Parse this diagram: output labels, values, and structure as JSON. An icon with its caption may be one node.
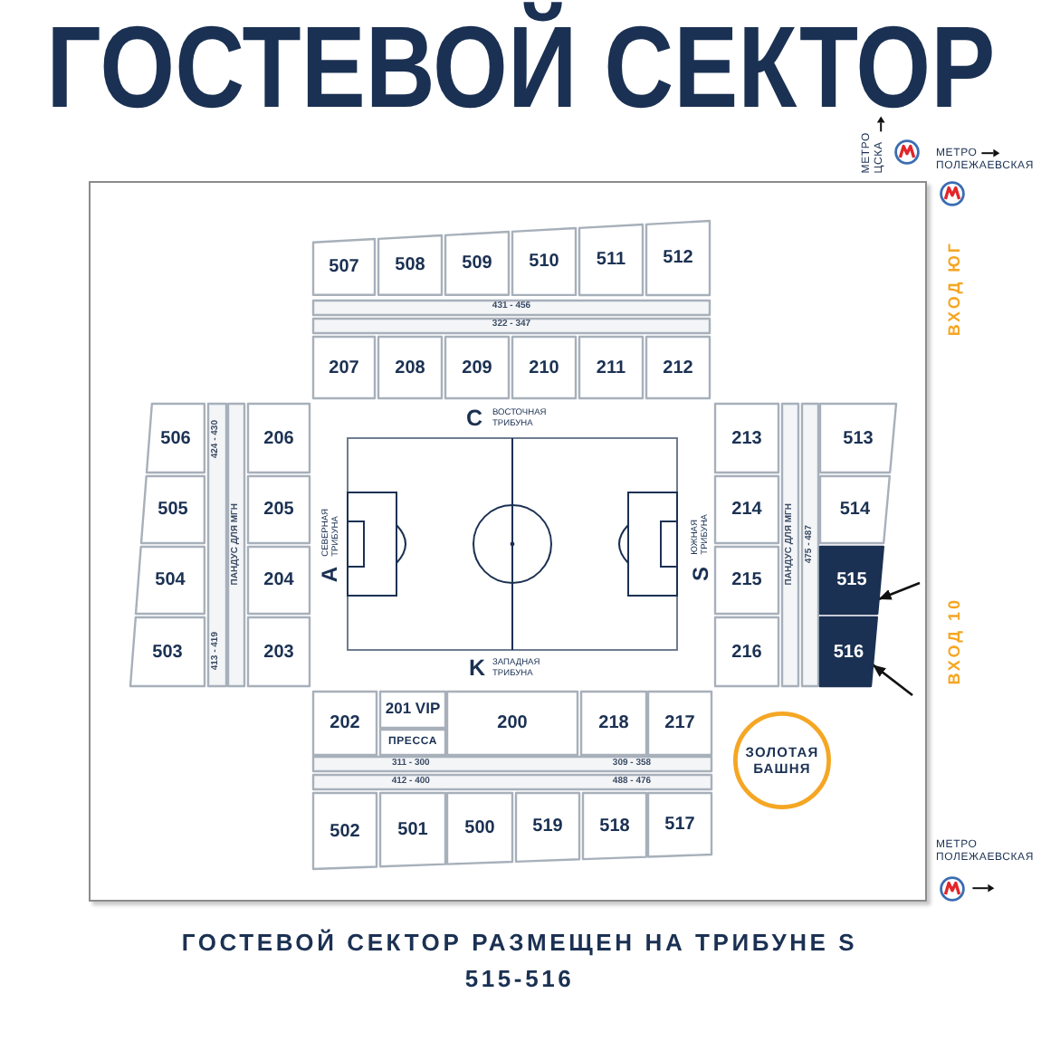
{
  "diagram": {
    "title": "ГОСТЕВОЙ СЕКТОР",
    "caption": "ГОСТЕВОЙ СЕКТОР РАЗМЕЩЕН НА ТРИБУНЕ S 515-516",
    "nodes": [
      {
        "text": [
          "507"
        ]
      },
      {
        "text": [
          "508"
        ]
      },
      {
        "text": [
          "509"
        ]
      },
      {
        "text": [
          "510"
        ]
      },
      {
        "text": [
          "511"
        ]
      },
      {
        "text": [
          "512"
        ]
      },
      {
        "text": [
          "431 - 456"
        ]
      },
      {
        "text": [
          "322 - 347"
        ]
      },
      {
        "text": [
          "207"
        ]
      },
      {
        "text": [
          "208"
        ]
      },
      {
        "text": [
          "209"
        ]
      },
      {
        "text": [
          "210"
        ]
      },
      {
        "text": [
          "211"
        ]
      },
      {
        "text": [
          "212"
        ]
      },
      {
        "text": [
          "506"
        ]
      },
      {
        "text": [
          "505"
        ]
      },
      {
        "text": [
          "504"
        ]
      },
      {
        "text": [
          "503"
        ]
      },
      {
        "text": [
          "424 - 430",
          "413 - 419"
        ]
      },
      {
        "text": [
          "ПАНДУС ДЛЯ МГН"
        ]
      },
      {
        "text": [
          "206"
        ]
      },
      {
        "text": [
          "205"
        ]
      },
      {
        "text": [
          "204"
        ]
      },
      {
        "text": [
          "203"
        ]
      },
      {
        "text": [
          "213"
        ]
      },
      {
        "text": [
          "214"
        ]
      },
      {
        "text": [
          "215"
        ]
      },
      {
        "text": [
          "216"
        ]
      },
      {
        "text": [
          "ПАНДУС ДЛЯ МГН"
        ]
      },
      {
        "text": [
          "475 - 487"
        ]
      },
      {
        "text": [
          "513"
        ]
      },
      {
        "text": [
          "514"
        ]
      },
      {
        "text": [
          "515"
        ]
      },
      {
        "text": [
          "516"
        ]
      },
      {
        "text": [
          "202"
        ]
      },
      {
        "text": [
          "201 VIP"
        ]
      },
      {
        "text": [
          "ПРЕССА"
        ]
      },
      {
        "text": [
          "200"
        ]
      },
      {
        "text": [
          "218"
        ]
      },
      {
        "text": [
          "217"
        ]
      },
      {
        "text": [
          "311 - 300",
          "309 - 358"
        ]
      },
      {
        "text": [
          "412 - 400",
          "488 - 476"
        ]
      },
      {
        "text": [
          "502"
        ]
      },
      {
        "text": [
          "501"
        ]
      },
      {
        "text": [
          "500"
        ]
      },
      {
        "text": [
          "519"
        ]
      },
      {
        "text": [
          "518"
        ]
      },
      {
        "text": [
          "517"
        ]
      },
      {
        "text": [
          "ЗОЛОТАЯ БАШНЯ"
        ]
      }
    ],
    "edges": [
      {
        "from": null,
        "to": 32,
        "arrow": "to"
      },
      {
        "from": null,
        "to": 33,
        "arrow": "to"
      }
    ],
    "labels": [
      "МЕТРО ЦСКА",
      "МЕТРО",
      "ПОЛЕЖАЕВСКАЯ",
      "ВХОД ЮГ",
      "C",
      "ВОСТОЧНАЯ ТРИБУНА",
      "A",
      "СЕВЕРНАЯ ТРИБУНА",
      "S",
      "ЮЖНАЯ ТРИБУНА",
      "ВХОД 10",
      "K",
      "ЗАПАДНАЯ ТРИБУНА",
      "МЕТРО ПОЛЕЖАЕВСКАЯ"
    ]
  }
}
